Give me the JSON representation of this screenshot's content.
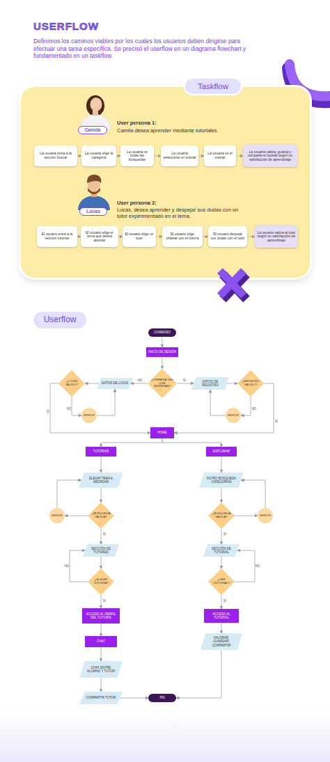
{
  "diagram": {
    "title": "USERFLOW",
    "caption": "Definimos los caminos viables por los cuales los usuarios deben dirigirse para efectuar una tarea específica. Se precisó el userflow en un diagrama flowchart y fundamentado en un taskflow.",
    "nodes": [
      {
        "text": [
          "Taskflow"
        ]
      },
      {
        "text": [
          "Camila"
        ],
        "in": 0
      },
      {
        "text": [
          "La usuaria entra a la sección buscar"
        ],
        "in": 0
      },
      {
        "text": [
          "La usuaria elige la categoría"
        ],
        "in": 0
      },
      {
        "text": [
          "La usuaria ve todas las búsquedas"
        ],
        "in": 0
      },
      {
        "text": [
          "La usuaria selecciona un tutorial"
        ],
        "in": 0
      },
      {
        "text": [
          "La usuaria ve el tutorial"
        ],
        "in": 0
      },
      {
        "text": [
          "La usuaria valora, guarda y comparte el tutorial según su satisfacción de aprendizaje"
        ],
        "in": 0
      },
      {
        "text": [
          "Lucas"
        ],
        "in": 0
      },
      {
        "text": [
          "El usuario entra a la sección tutorías"
        ],
        "in": 0
      },
      {
        "text": [
          "El usuario elige el tema que desea abordar"
        ],
        "in": 0
      },
      {
        "text": [
          "El usuario elige un tutor"
        ],
        "in": 0
      },
      {
        "text": [
          "El usuario elige chatear con el tutor/a"
        ],
        "in": 0
      },
      {
        "text": [
          "El usuario despeja sus dudas con el tutor"
        ],
        "in": 0
      },
      {
        "text": [
          "La usuario valora al tutor según su satisfacción de aprendizaje"
        ],
        "in": 0
      },
      {
        "text": [
          "Userflow"
        ]
      },
      {
        "text": [
          "COMIENZO"
        ]
      },
      {
        "text": [
          "INICIO DE SESIÓN"
        ]
      },
      {
        "text": [
          "¿LOGIN VALIDO?"
        ]
      },
      {
        "text": [
          "DATOS DE LOGIN"
        ]
      },
      {
        "text": [
          "¿PRIMERA VEZ QUE INGRESAS?"
        ]
      },
      {
        "text": [
          "DATOS DE REGISTRO"
        ]
      },
      {
        "text": [
          "¿REGISTRO VALIDO?"
        ]
      },
      {
        "text": [
          "ERROR"
        ]
      },
      {
        "text": [
          "ERROR"
        ]
      },
      {
        "text": [
          "HOME"
        ]
      },
      {
        "text": [
          "TUTORIAS"
        ]
      },
      {
        "text": [
          "EXPLORAR"
        ]
      },
      {
        "text": [
          "ELEGIR TEMA A ABORDAR"
        ]
      },
      {
        "text": [
          "FILTRO BÚSQUEDA CATEGORÍAS"
        ]
      },
      {
        "text": [
          "ERROR"
        ]
      },
      {
        "text": [
          "¿BUSQUEDA VALIDA?"
        ]
      },
      {
        "text": [
          "¿BUSQUEDA VALIDA?"
        ]
      },
      {
        "text": [
          "ERROR"
        ]
      },
      {
        "text": [
          "SECCIÓN DE TUTORES"
        ]
      },
      {
        "text": [
          "SECCIÓN DE TUTORIAL"
        ]
      },
      {
        "text": [
          "¿ELEGIR TUTOR/A?"
        ]
      },
      {
        "text": [
          "¿VER TUTORIAL?"
        ]
      },
      {
        "text": [
          "ACCESO AL PERFIL DEL TUTOR/A"
        ]
      },
      {
        "text": [
          "ACCESO AL TUTORIAL"
        ]
      },
      {
        "text": [
          "CHAT"
        ]
      },
      {
        "text": [
          "VALORAR, GUARDAR, COMPARTIR"
        ]
      },
      {
        "text": [
          "CHAT ENTRE ALUMNO Y TUTOR"
        ]
      },
      {
        "text": [
          "COMPARTIR TUTOR"
        ]
      },
      {
        "text": [
          "FIN"
        ]
      }
    ],
    "edges": [
      {
        "from": 2,
        "to": 3,
        "arrow": "to"
      },
      {
        "from": 3,
        "to": 4,
        "arrow": "to"
      },
      {
        "from": 4,
        "to": 5,
        "arrow": "to"
      },
      {
        "from": 5,
        "to": 6,
        "arrow": "to"
      },
      {
        "from": 6,
        "to": 7,
        "arrow": "to"
      },
      {
        "from": 9,
        "to": 10,
        "arrow": "to"
      },
      {
        "from": 10,
        "to": 11,
        "arrow": "to"
      },
      {
        "from": 11,
        "to": 12,
        "arrow": "to"
      },
      {
        "from": 12,
        "to": 13,
        "arrow": "to"
      },
      {
        "from": 13,
        "to": 14,
        "arrow": "to"
      },
      {
        "from": 16,
        "to": 17,
        "arrow": "to"
      },
      {
        "from": 17,
        "to": 20,
        "arrow": "to"
      },
      {
        "from": 20,
        "to": 19,
        "label": "NO",
        "arrow": "to"
      },
      {
        "from": 20,
        "to": 21,
        "label": "SI",
        "arrow": "to"
      },
      {
        "from": 19,
        "to": 18,
        "arrow": "to"
      },
      {
        "from": 18,
        "to": 23,
        "label": "NO",
        "arrow": "to"
      },
      {
        "from": 23,
        "to": 19,
        "arrow": "to"
      },
      {
        "from": 18,
        "to": 25,
        "label": "SI",
        "arrow": "to"
      },
      {
        "from": 21,
        "to": 22,
        "arrow": "to"
      },
      {
        "from": 22,
        "to": 24,
        "label": "NO",
        "arrow": "to"
      },
      {
        "from": 24,
        "to": 21,
        "arrow": "to"
      },
      {
        "from": 22,
        "to": 25,
        "label": "SI",
        "arrow": "to"
      },
      {
        "from": 25,
        "to": 26,
        "arrow": "to"
      },
      {
        "from": 25,
        "to": 27,
        "arrow": "to"
      },
      {
        "from": 26,
        "to": 28,
        "arrow": "to"
      },
      {
        "from": 28,
        "to": 31,
        "arrow": "to"
      },
      {
        "from": 31,
        "to": 30,
        "arrow": "to"
      },
      {
        "from": 30,
        "to": 28,
        "arrow": "to"
      },
      {
        "from": 31,
        "to": 34,
        "label": "SI",
        "arrow": "to"
      },
      {
        "from": 34,
        "to": 36,
        "arrow": "to"
      },
      {
        "from": 36,
        "to": 34,
        "label": "NO",
        "arrow": "to"
      },
      {
        "from": 36,
        "to": 38,
        "label": "SI",
        "arrow": "to"
      },
      {
        "from": 38,
        "to": 40,
        "arrow": "to"
      },
      {
        "from": 40,
        "to": 42,
        "arrow": "to"
      },
      {
        "from": 42,
        "to": 43,
        "arrow": "to"
      },
      {
        "from": 43,
        "to": 44,
        "arrow": "to"
      },
      {
        "from": 27,
        "to": 29,
        "arrow": "to"
      },
      {
        "from": 29,
        "to": 32,
        "arrow": "to"
      },
      {
        "from": 32,
        "to": 33,
        "arrow": "to"
      },
      {
        "from": 33,
        "to": 29,
        "arrow": "to"
      },
      {
        "from": 32,
        "to": 35,
        "label": "SI",
        "arrow": "to"
      },
      {
        "from": 35,
        "to": 37,
        "arrow": "to"
      },
      {
        "from": 37,
        "to": 35,
        "label": "NO",
        "arrow": "to"
      },
      {
        "from": 37,
        "to": 39,
        "label": "SI",
        "arrow": "to"
      },
      {
        "from": 39,
        "to": 41,
        "arrow": "to"
      },
      {
        "from": 41,
        "to": 44,
        "arrow": "to"
      }
    ],
    "labels": [
      "User persona 1:",
      "Camila desea aprender mediante tutoriales.",
      "User persona 2:",
      "Lucas, desea aprender y despejar sus dudas con un tutor experimentado en el tema."
    ]
  }
}
